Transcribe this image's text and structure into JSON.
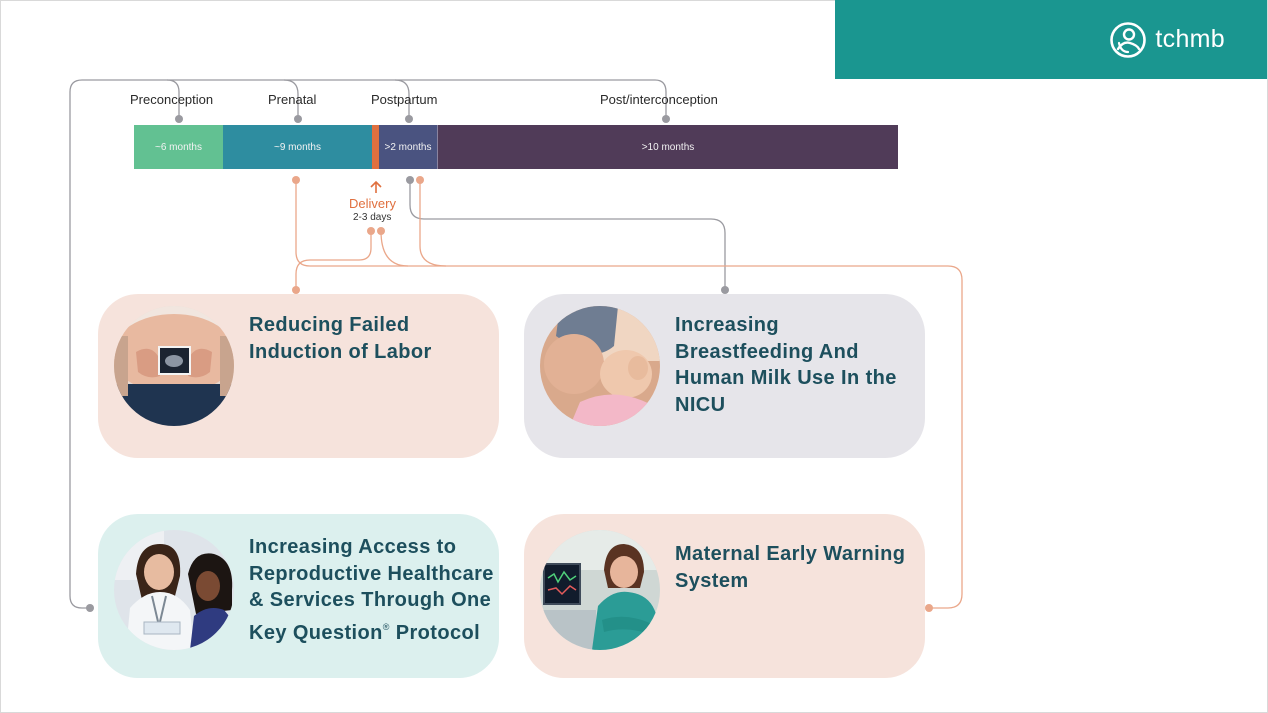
{
  "brand": {
    "name": "tchmb",
    "background": "#1a9690"
  },
  "phases": [
    {
      "label": "Preconception",
      "duration": "~6 months",
      "color": "#62c192"
    },
    {
      "label": "Prenatal",
      "duration": "~9 months",
      "color": "#2e8da0"
    },
    {
      "label": "Postpartum",
      "duration": ">2 months",
      "color": "#4a5380"
    },
    {
      "label": "Post/interconception",
      "duration": ">10 months",
      "color": "#503b58"
    }
  ],
  "delivery": {
    "label": "Delivery",
    "days": "2-3 days",
    "color": "#e0703f"
  },
  "initiatives": [
    {
      "title": "Reducing Failed Induction of Labor",
      "background": "#f6e3dc",
      "image": "pregnant-belly-ultrasound-photo"
    },
    {
      "title": "Increasing Breastfeeding And Human Milk Use In the NICU",
      "background": "#e6e5ea",
      "image": "breastfeeding-infant-photo"
    },
    {
      "title": "Increasing Access to Reproductive Healthcare & Services Through One Key Question",
      "title_suffix": "®",
      "title_end": " Protocol",
      "background": "#dcf0ee",
      "image": "clinician-and-patient-photo"
    },
    {
      "title": "Maternal Early Warning System",
      "background": "#f6e3dc",
      "image": "nurse-at-monitor-photo"
    }
  ],
  "colors": {
    "connector_gray": "#9a9aa0",
    "connector_salmon": "#eaa78a",
    "title_text": "#1d4f5d"
  }
}
